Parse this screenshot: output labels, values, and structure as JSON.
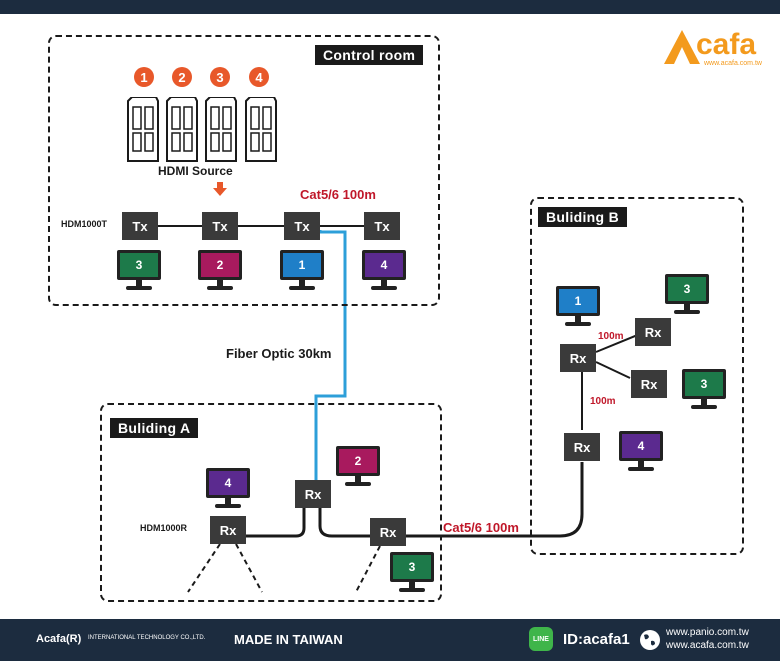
{
  "brand": {
    "name": "cafa",
    "url": "www.acafa.com.tw",
    "accent": "#f39a1d"
  },
  "control_room": {
    "title": "Control room",
    "source_label": "HDMI Source",
    "source_numbers": [
      "1",
      "2",
      "3",
      "4"
    ],
    "tx_label": "Tx",
    "model": "HDM1000T",
    "cable": "Cat5/6 100m"
  },
  "fiber_label": "Fiber Optic 30km",
  "building_a": {
    "title": "Buliding A",
    "rx_label": "Rx",
    "model": "HDM1000R",
    "cable": "Cat5/6 100m"
  },
  "building_b": {
    "title": "Buliding B",
    "rx_label": "Rx",
    "dist_1": "100m",
    "dist_2": "100m"
  },
  "monitors": {
    "cr": [
      "3",
      "2",
      "1",
      "4"
    ],
    "a": [
      "4",
      "2",
      "3"
    ],
    "b": [
      "1",
      "3",
      "3",
      "4"
    ]
  },
  "colors": {
    "green": "#1d7a4a",
    "magenta": "#a81a5e",
    "blue": "#1f7fc8",
    "purple": "#5b2a8f",
    "fiber": "#2d9fd9",
    "cable_red": "#c0182a"
  },
  "footer": {
    "company": "Acafa(R)",
    "company_sub": "INTERNATIONAL TECHNOLOGY CO.,LTD.",
    "made_in": "MADE IN TAIWAN",
    "line_badge": "LINE",
    "line_id": "ID:acafa1",
    "url1": "www.panio.com.tw",
    "url2": "www.acafa.com.tw"
  }
}
